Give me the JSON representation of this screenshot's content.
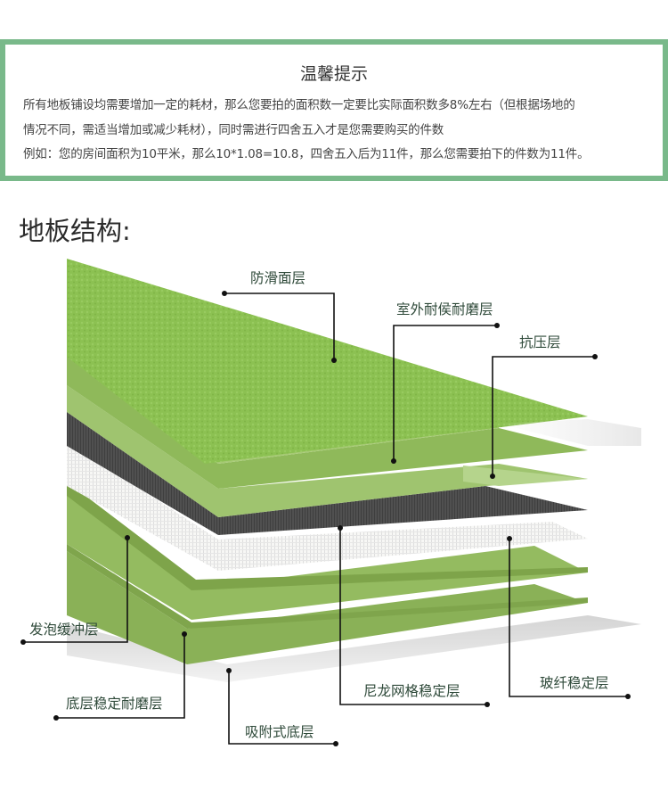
{
  "tip": {
    "title": "温馨提示",
    "lines": [
      "所有地板铺设均需要增加一定的耗材，那么您要拍的面积数一定要比实际面积数多8%左右（但根据场地的",
      "情况不同，需适当增加或减少耗材），同时需进行四舍五入才是您需要购买的件数",
      "例如：您的房间面积为10平米，那么10*1.08=10.8，四舍五入后为11件，那么您需要拍下的件数为11件。"
    ],
    "border_color": "#79b98a"
  },
  "section": {
    "title": "地板结构:"
  },
  "diagram": {
    "colors": {
      "top_green": "#8cc152",
      "mid_green": "#8fb85a",
      "light_green": "#a8c97a",
      "dark_gray": "#4f4f4f",
      "white_mesh": "#f4f4f2",
      "base_green": "#86ad52",
      "shadow_gray": "#dcdcdc",
      "label_text": "#2f4a3a"
    },
    "layers": [
      {
        "id": "anti-slip",
        "label": "防滑面层"
      },
      {
        "id": "outdoor-wear",
        "label": "室外耐侯耐磨层"
      },
      {
        "id": "pressure",
        "label": "抗压层"
      },
      {
        "id": "nylon-mesh",
        "label": "尼龙网格稳定层"
      },
      {
        "id": "fiberglass",
        "label": "玻纤稳定层"
      },
      {
        "id": "foam",
        "label": "发泡缓冲层"
      },
      {
        "id": "base-wear",
        "label": "底层稳定耐磨层"
      },
      {
        "id": "adhesion",
        "label": "吸附式底层"
      }
    ]
  }
}
